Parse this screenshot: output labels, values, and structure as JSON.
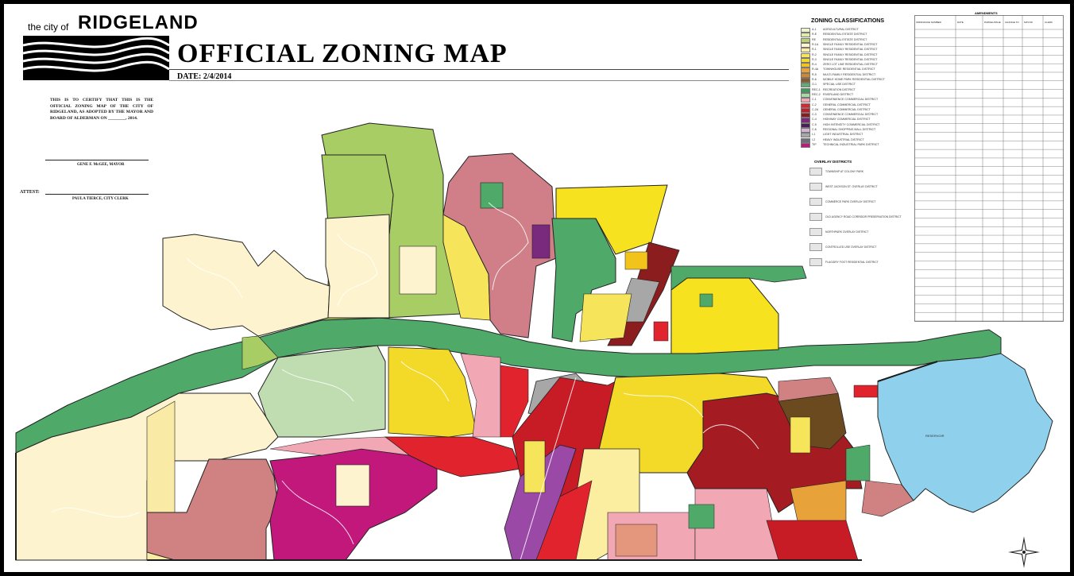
{
  "header": {
    "city_prefix": "the city of",
    "city_name": "RIDGELAND",
    "map_title": "OFFICIAL ZONING MAP",
    "date_label": "DATE: 2/4/2014"
  },
  "certification": {
    "text": "THIS IS TO CERTIFY THAT THIS IS THE OFFICIAL ZONING MAP OF THE CITY OF RIDGELAND, AS ADOPTED BY THE MAYOR AND BOARD OF ALDERMAN ON ________, 2014.",
    "mayor_signature": "GENE F. McGEE, MAYOR",
    "attest_label": "ATTEST:",
    "clerk_signature": "PAULA TIERCE, CITY CLERK"
  },
  "legend": {
    "title": "ZONING CLASSIFICATIONS",
    "items": [
      {
        "code": "A-1",
        "label": "AGRICULTURAL DISTRICT",
        "color": "#eef3cf"
      },
      {
        "code": "R-E",
        "label": "RESIDENTIAL ESTATE DISTRICT",
        "color": "#dfe9a8"
      },
      {
        "code": "RE",
        "label": "RESIDENTIAL ESTATE DISTRICT",
        "color": "#b9d46f"
      },
      {
        "code": "R-1A",
        "label": "SINGLE FAMILY RESIDENTIAL DISTRICT",
        "color": "#fdf6cf"
      },
      {
        "code": "R-1",
        "label": "SINGLE FAMILY RESIDENTIAL DISTRICT",
        "color": "#fbeea0"
      },
      {
        "code": "R-2",
        "label": "SINGLE FAMILY RESIDENTIAL DISTRICT",
        "color": "#f6e45a"
      },
      {
        "code": "R-3",
        "label": "SINGLE FAMILY RESIDENTIAL DISTRICT",
        "color": "#f3d928"
      },
      {
        "code": "R-4",
        "label": "ZERO LOT LINE RESIDENTIAL DISTRICT",
        "color": "#f2c41b"
      },
      {
        "code": "R-4A",
        "label": "TOWNHOUSE RESIDENTIAL DISTRICT",
        "color": "#e7a33a"
      },
      {
        "code": "R-5",
        "label": "MULTI-FAMILY RESIDENTIAL DISTRICT",
        "color": "#d2872e"
      },
      {
        "code": "R-6",
        "label": "MOBILE HOME PARK RESIDENTIAL DISTRICT",
        "color": "#8a5a2a"
      },
      {
        "code": "O-1",
        "label": "SPECIAL USE DISTRICT",
        "color": "#5fae6c"
      },
      {
        "code": "REC-1",
        "label": "RECREATION DISTRICT",
        "color": "#3f9a5c"
      },
      {
        "code": "REC-2",
        "label": "RIVERLAND DISTRICT",
        "color": "#a9d9a2"
      },
      {
        "code": "C-1",
        "label": "CONVENIENCE COMMERCIAL DISTRICT",
        "color": "#f2a8b4"
      },
      {
        "code": "C-2",
        "label": "GENERAL COMMERCIAL DISTRICT",
        "color": "#e0232d"
      },
      {
        "code": "C-2A",
        "label": "GENERAL COMMERCIAL DISTRICT",
        "color": "#c71b25"
      },
      {
        "code": "C-3",
        "label": "CONVENIENCE COMMERCIAL DISTRICT",
        "color": "#8b1d1f"
      },
      {
        "code": "C-4",
        "label": "HIGHWAY COMMERCIAL DISTRICT",
        "color": "#7a2a7d"
      },
      {
        "code": "C-5",
        "label": "HIGH INTENSITY COMMERCIAL DISTRICT",
        "color": "#4a1f56"
      },
      {
        "code": "C-6",
        "label": "REGIONAL SHOPPING MALL DISTRICT",
        "color": "#d4b2d6"
      },
      {
        "code": "I-1",
        "label": "LIGHT INDUSTRIAL DISTRICT",
        "color": "#a7a7a7"
      },
      {
        "code": "I-2",
        "label": "HEAVY INDUSTRIAL DISTRICT",
        "color": "#6c6c7a"
      },
      {
        "code": "TIP",
        "label": "TECHNICAL INDUSTRIAL PARK DISTRICT",
        "color": "#c2187c"
      }
    ]
  },
  "overlay": {
    "title": "OVERLAY DISTRICTS",
    "items": [
      "TOWNSHIP AT COLONY PARK",
      "WEST JACKSON ST. OVERLAY DISTRICT",
      "COMMERCE PARK OVERLAY DISTRICT",
      "OLD AGENCY ROAD CORRIDOR PRESERVATION DISTRICT",
      "NORTHPARK OVERLAY DISTRICT",
      "CONTROLLED USE OVERLAY DISTRICT",
      "FLAG/DRY FOOT RESIDENTIAL DISTRICT"
    ]
  },
  "amendments": {
    "title": "AMENDMENTS",
    "columns": [
      "ORDINANCE NUMBER",
      "DATE",
      "PARCEL/PAGE",
      "CHANGE TO",
      "MAYOR",
      "CLERK"
    ],
    "row_count": 34
  },
  "map": {
    "water_label": "RESERVOIR",
    "colors": {
      "corridor": "#4faa6a",
      "water": "#8fd1ec",
      "boundary": "#1b1b1b"
    }
  }
}
